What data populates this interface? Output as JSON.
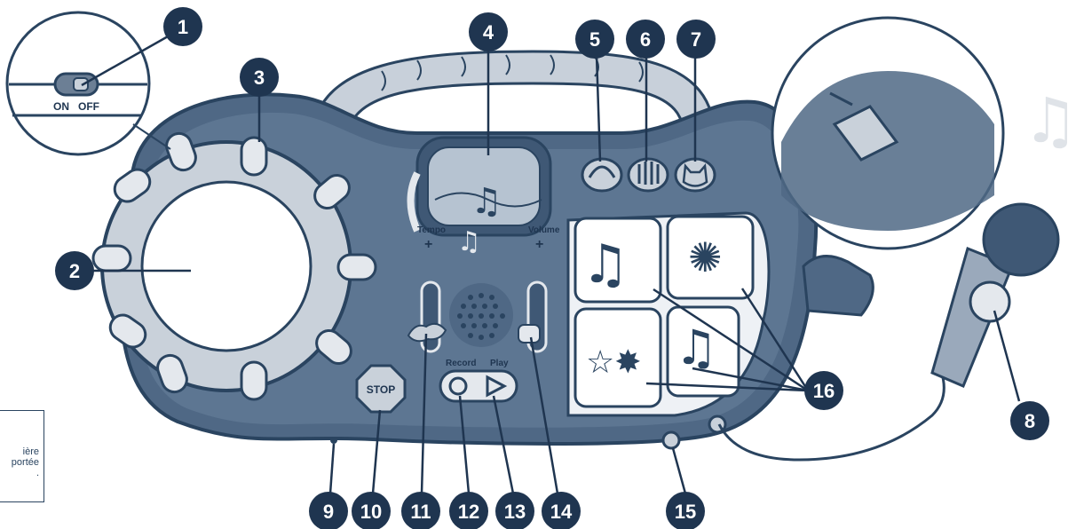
{
  "switch": {
    "on_label": "ON",
    "off_label": "OFF"
  },
  "device": {
    "tempo_label": "Tempo",
    "volume_label": "Volume",
    "plus_sign": "+",
    "stop_label": "STOP",
    "record_label": "Record",
    "play_label": "Play"
  },
  "callouts": [
    "1",
    "2",
    "3",
    "4",
    "5",
    "6",
    "7",
    "8",
    "9",
    "10",
    "11",
    "12",
    "13",
    "14",
    "15",
    "16"
  ],
  "note_box": {
    "text": "ière\nportée\n."
  },
  "colors": {
    "body": "#4f6885",
    "outline": "#2a4460",
    "light": "#e7ebf0",
    "mid": "#b9c3cf",
    "callout": "#1f3550"
  }
}
